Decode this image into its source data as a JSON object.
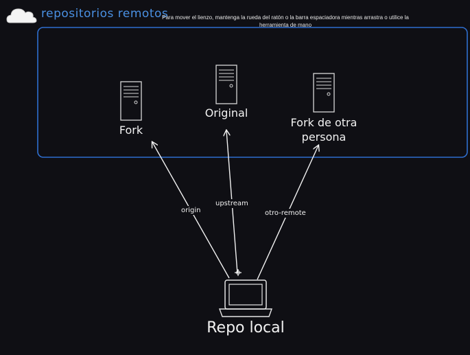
{
  "header": {
    "title": "repositorios remotos",
    "hint": "Para mover el lienzo, mantenga la rueda del ratón o la barra espaciadora mientras arrastra o utilice la herramienta de mano",
    "cloud_icon": "cloud-icon"
  },
  "diagram": {
    "remote_group_color": "#2f6fd0",
    "servers": [
      {
        "label": "Fork",
        "icon": "server-icon"
      },
      {
        "label": "Original",
        "icon": "server-icon"
      },
      {
        "label": "Fork de otra persona",
        "icon": "server-icon"
      }
    ],
    "edges": [
      {
        "label": "origin"
      },
      {
        "label": "upstream"
      },
      {
        "label": "otro-remote"
      }
    ],
    "local": {
      "label": "Repo local",
      "icon": "computer-icon"
    }
  }
}
